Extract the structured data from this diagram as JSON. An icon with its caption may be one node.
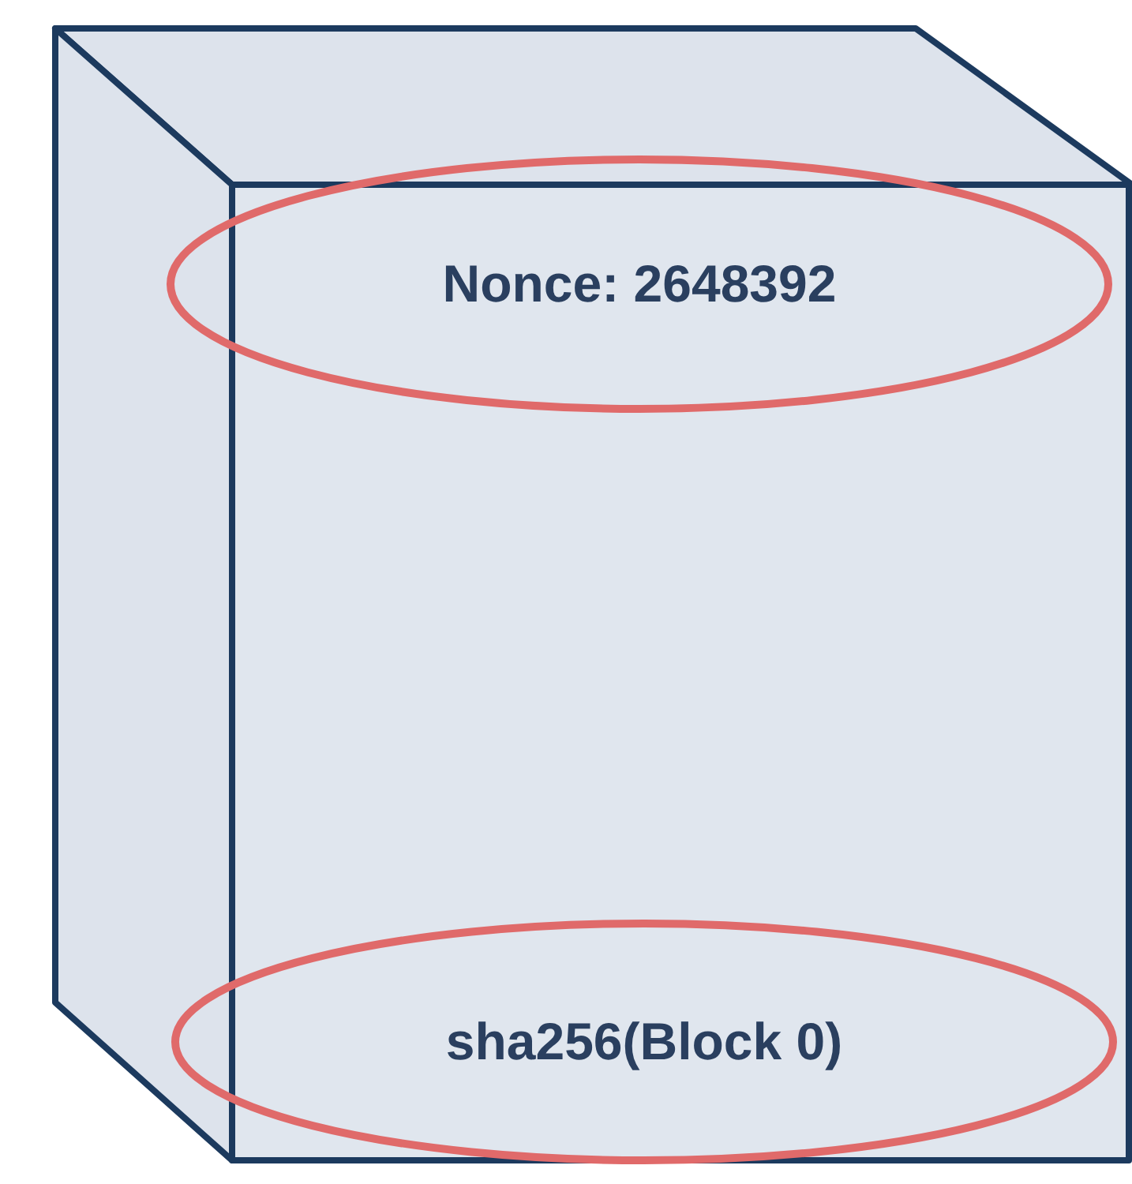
{
  "diagram": {
    "nodes": [
      {
        "text": [],
        "shape": "box"
      },
      {
        "text": [
          "Nonce: 2648392"
        ],
        "in": 0
      },
      {
        "text": [
          "sha256(Block 0)"
        ],
        "in": 0
      }
    ]
  }
}
